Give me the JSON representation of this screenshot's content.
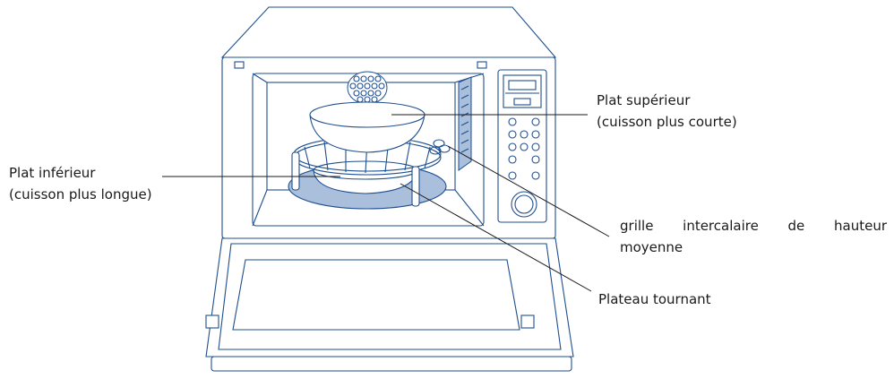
{
  "labels": {
    "upper_dish": {
      "line1": "Plat supérieur",
      "line2": "(cuisson plus courte)"
    },
    "lower_dish": {
      "line1": "Plat inférieur",
      "line2": "(cuisson plus longue)"
    },
    "rack": {
      "line1": "grille intercalaire de hauteur",
      "line2": "moyenne"
    },
    "turntable": {
      "line1": "Plateau tournant"
    }
  },
  "colors": {
    "outline": "#1f4f8f",
    "turntable_fill": "#a9bfdc",
    "leader_line": "#1a1a1a",
    "text": "#1a1a1a"
  }
}
